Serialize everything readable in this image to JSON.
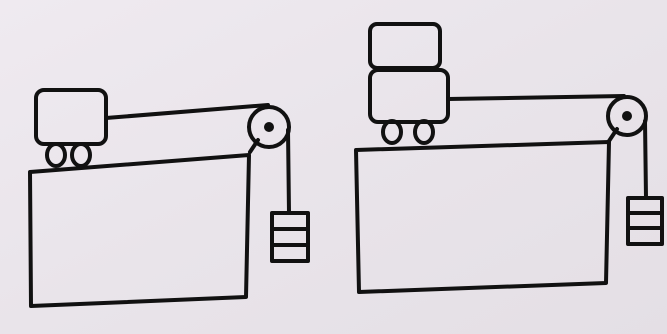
{
  "colors": {
    "background": "#ebe6ec",
    "table_fill": "#858085",
    "cart_fill": "#8d878f",
    "extra_block_fill": "#6e6870",
    "outline": "#111111",
    "weight_fill": "#f2eff3"
  },
  "setups": [
    {
      "name": "left-setup",
      "cart_blocks": 1,
      "hanging_weight_bars": 3
    },
    {
      "name": "right-setup",
      "cart_blocks": 2,
      "hanging_weight_bars": 3
    }
  ]
}
